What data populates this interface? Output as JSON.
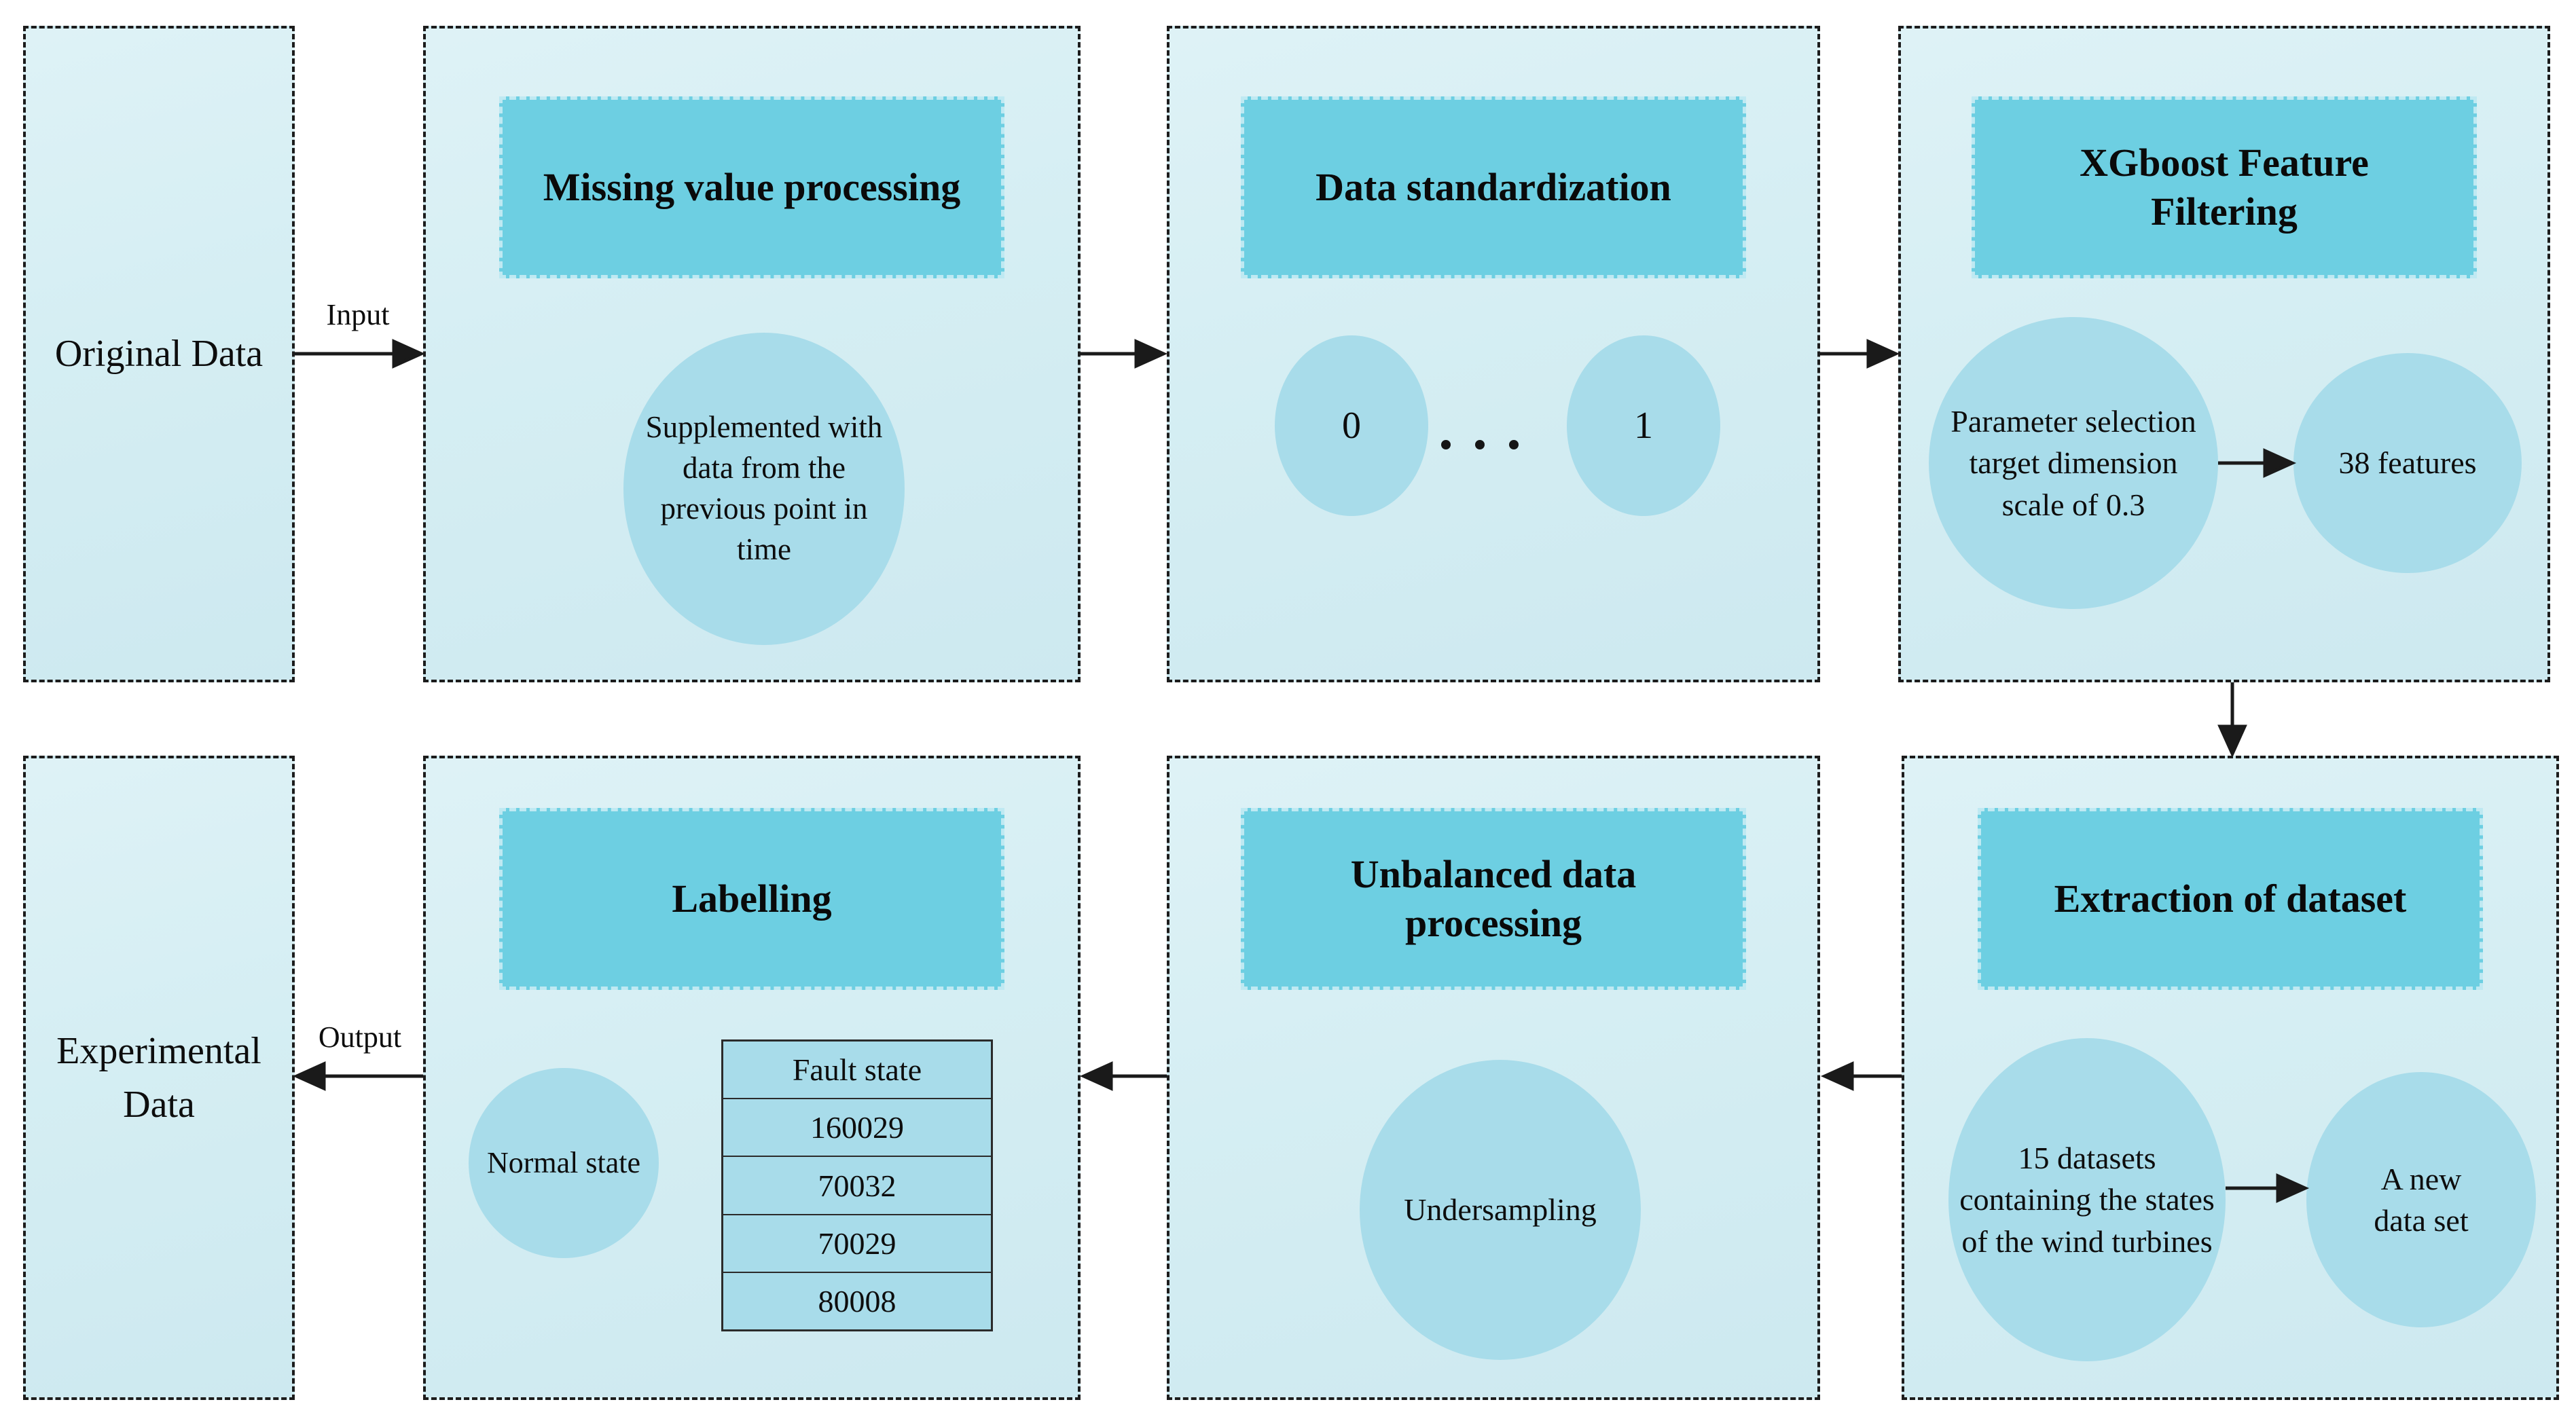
{
  "colors": {
    "box_fill": "#d5eef3",
    "header_fill": "#6dcfe2",
    "header_border": "#bfe9f2",
    "circle_fill": "#a8dcea",
    "table_fill": "#a8dcea",
    "dash_border": "#1c1c1c",
    "arrow": "#1a1a1a"
  },
  "stages": {
    "original": {
      "title": "Original Data"
    },
    "missing_value": {
      "title": "Missing value processing",
      "note": "Supplemented with data from the previous point in time"
    },
    "standardization": {
      "title": "Data standardization",
      "range_min": "0",
      "range_max": "1"
    },
    "xgboost": {
      "title": "XGboost Feature Filtering",
      "note": "Parameter selection target dimension scale of 0.3",
      "result": "38 features"
    },
    "extraction": {
      "title": "Extraction of dataset",
      "note": "15 datasets containing the states of the wind turbines",
      "result": "A new data set"
    },
    "unbalanced": {
      "title": "Unbalanced data processing",
      "note": "Undersampling"
    },
    "labelling": {
      "title": "Labelling",
      "normal_state": "Normal state",
      "fault_table": {
        "header": "Fault state",
        "rows": [
          "160029",
          "70032",
          "70029",
          "80008"
        ]
      }
    },
    "experimental": {
      "title": "Experimental Data"
    }
  },
  "arrows": {
    "input_label": "Input",
    "output_label": "Output"
  }
}
